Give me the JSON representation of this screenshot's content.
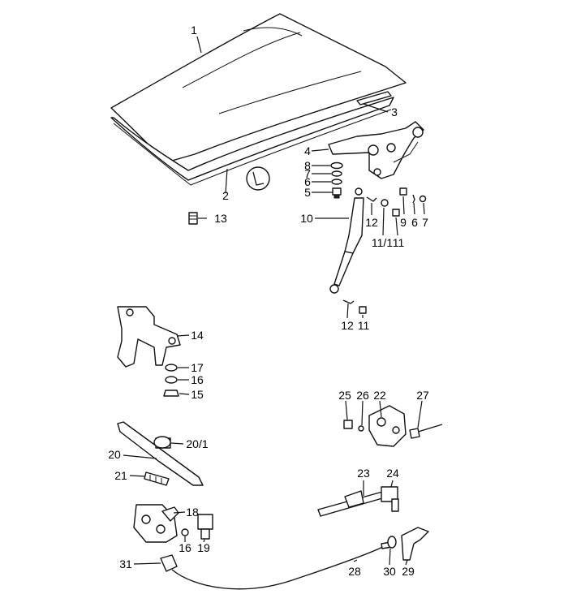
{
  "callouts": {
    "c1": "1",
    "c2": "2",
    "c3": "3",
    "c4": "4",
    "c5": "5",
    "c6a": "6",
    "c6b": "6",
    "c7a": "7",
    "c7b": "7",
    "c8": "8",
    "c9": "9",
    "c10": "10",
    "c11a": "11",
    "c11b": "11",
    "c11_1": "11/1",
    "c12a": "12",
    "c12b": "12",
    "c13": "13",
    "c14": "14",
    "c15": "15",
    "c16a": "16",
    "c16b": "16",
    "c17": "17",
    "c18": "18",
    "c19": "19",
    "c20": "20",
    "c20_1": "20/1",
    "c21": "21",
    "c22": "22",
    "c23": "23",
    "c24": "24",
    "c25": "25",
    "c26": "26",
    "c27": "27",
    "c28": "28",
    "c29": "29",
    "c30": "30",
    "c31": "31"
  }
}
